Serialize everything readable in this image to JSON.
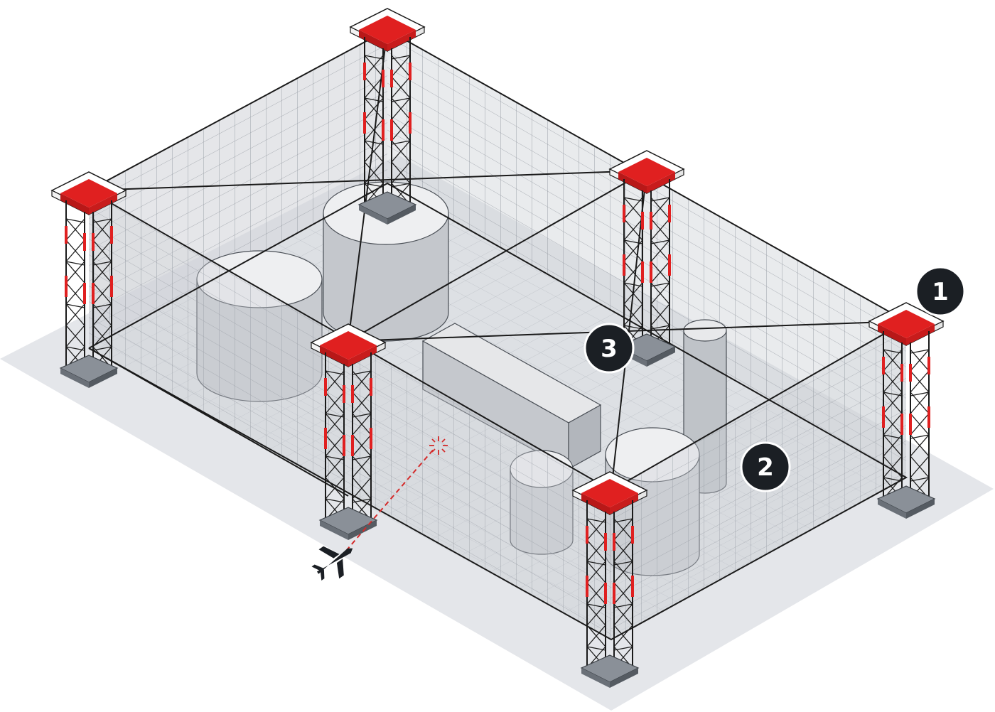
{
  "callouts": [
    {
      "id": "1",
      "label": "1"
    },
    {
      "id": "2",
      "label": "2"
    },
    {
      "id": "3",
      "label": "3"
    }
  ],
  "colors": {
    "ground": "#e4e6ea",
    "netLine": "#1a1a1a",
    "netFill": "#c9ccd1",
    "grid": "#9aa0a8",
    "towerRed": "#e02020",
    "towerDarkRed": "#b81818",
    "tank": "#d3d6da",
    "tankTop": "#ececee",
    "callout": "#1b1f24",
    "laser": "#d42a2a",
    "drone": "#1b1f24"
  },
  "icons": [
    "tower-icon",
    "drone-icon",
    "laser-target-icon",
    "storage-tank-icon"
  ]
}
